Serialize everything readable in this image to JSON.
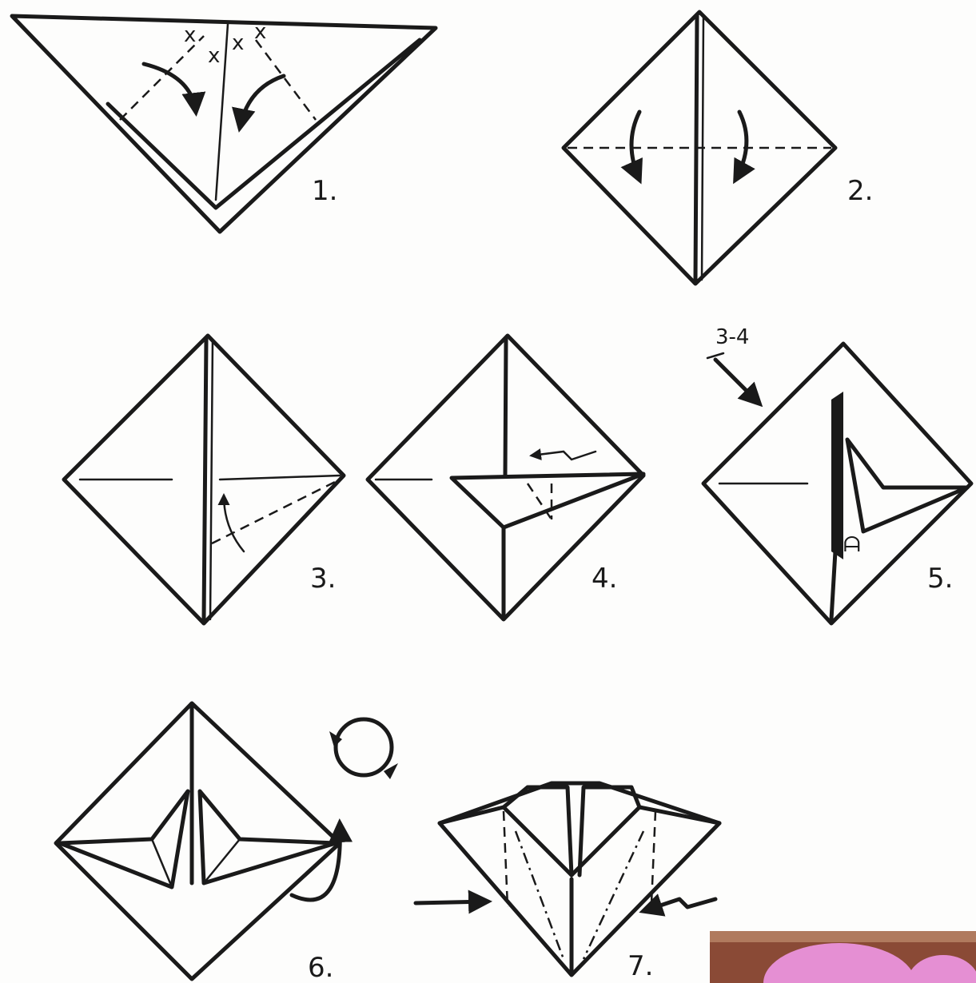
{
  "steps": [
    {
      "number": "1."
    },
    {
      "number": "2."
    },
    {
      "number": "3."
    },
    {
      "number": "4."
    },
    {
      "number": "5."
    },
    {
      "number": "6."
    },
    {
      "number": "7."
    }
  ],
  "annotations": {
    "step5_label": "3-4"
  },
  "colors": {
    "ink": "#1a1a1a",
    "paper": "#fdfdfc",
    "photo_pink": "#e58fd3",
    "photo_brown": "#8a4a36"
  }
}
